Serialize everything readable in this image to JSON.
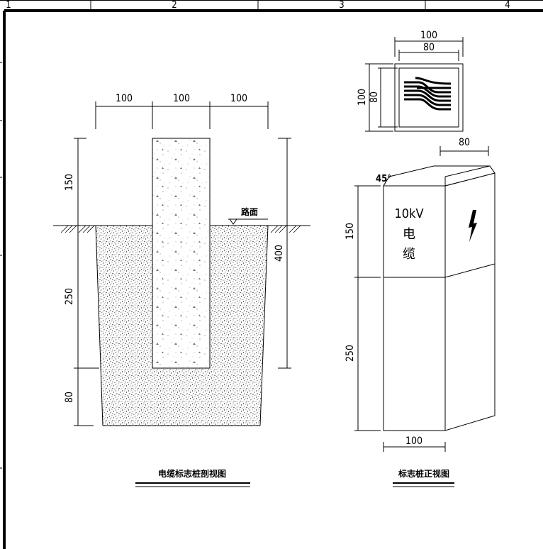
{
  "frame": {
    "grid_labels": [
      "1",
      "2",
      "3",
      "4"
    ]
  },
  "section_view": {
    "title": "电缆标志桩剖视图",
    "ground_label": "路面",
    "dim_top": [
      "100",
      "100",
      "100"
    ],
    "dim_left": [
      "150",
      "250",
      "80"
    ],
    "dim_right": "400"
  },
  "top_view": {
    "dim_outer": "100",
    "dim_inner": "80",
    "dim_outer_v": "100",
    "dim_inner_v": "80",
    "icon": "cable-bundle-symbol"
  },
  "front_view": {
    "title": "标志桩正视图",
    "angle_label": "45°",
    "dim_side": "80",
    "dim_upper": "150",
    "dim_lower": "250",
    "dim_bottom": "100",
    "plate_voltage": "10kV",
    "plate_char1": "电",
    "plate_char2": "缆",
    "icon": "lightning-bolt"
  }
}
